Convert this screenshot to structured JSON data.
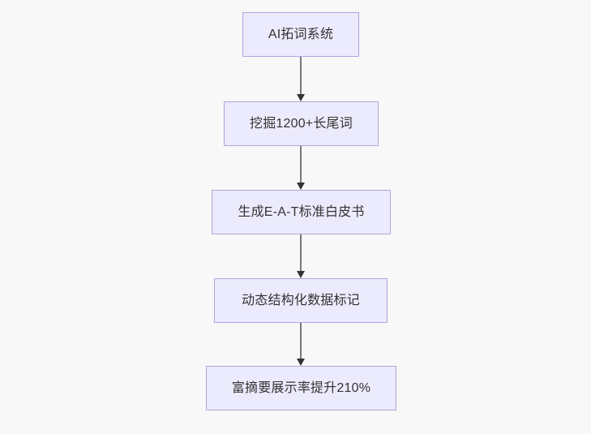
{
  "diagram": {
    "type": "flowchart",
    "direction": "top-to-bottom",
    "background_color": "#f8f8f8",
    "node_fill_color": "#ecebfd",
    "node_border_color": "#b3a1e0",
    "node_text_color": "#333333",
    "edge_color": "#77787b",
    "arrowhead_color": "#333333",
    "nodes": [
      {
        "id": "n1",
        "label": "AI拓词系统"
      },
      {
        "id": "n2",
        "label": "挖掘1200+长尾词"
      },
      {
        "id": "n3",
        "label": "生成E-A-T标准白皮书"
      },
      {
        "id": "n4",
        "label": "动态结构化数据标记"
      },
      {
        "id": "n5",
        "label": "富摘要展示率提升210%"
      }
    ],
    "edges": [
      {
        "id": "e1",
        "from": "n1",
        "to": "n2",
        "label": ""
      },
      {
        "id": "e2",
        "from": "n2",
        "to": "n3",
        "label": ""
      },
      {
        "id": "e3",
        "from": "n3",
        "to": "n4",
        "label": ""
      },
      {
        "id": "e4",
        "from": "n4",
        "to": "n5",
        "label": ""
      }
    ]
  }
}
